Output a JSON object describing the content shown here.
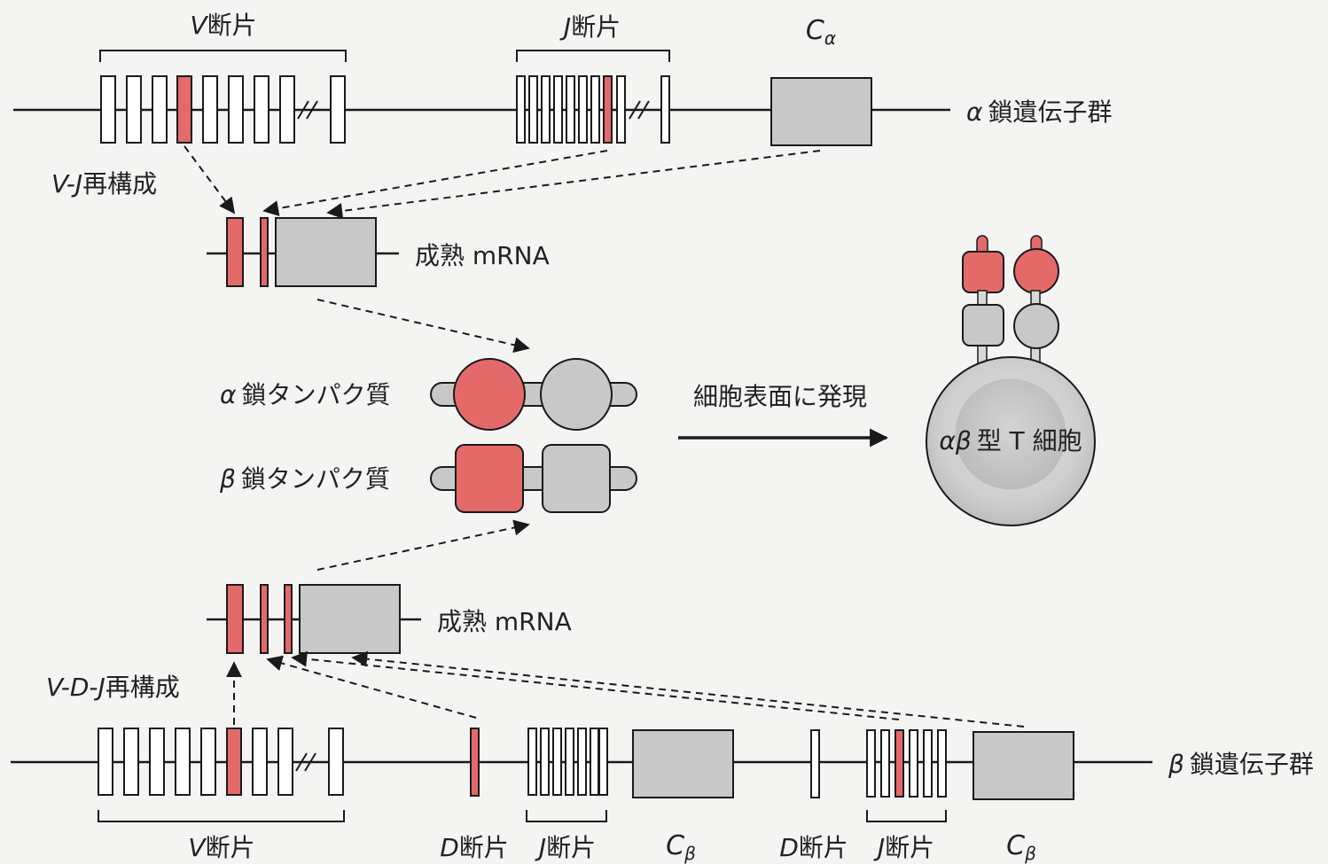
{
  "colors": {
    "background": "#f4f4f2",
    "line": "#1a1a1a",
    "highlight_red": "#e46a6a",
    "constant_gray": "#c8c8c8",
    "segment_white": "#ffffff"
  },
  "alpha_locus": {
    "v_label_letter": "V",
    "v_label_text": "断片",
    "j_label_letter": "J",
    "j_label_text": "断片",
    "c_label_letter": "C",
    "c_label_sub": "α",
    "gene_label_letter": "α",
    "gene_label_text": "鎖遺伝子群",
    "rearrangement_letters": "V-J",
    "rearrangement_text": "再構成",
    "mrna_label": "成熟 mRNA"
  },
  "beta_locus": {
    "rearrangement_letters": "V-D-J",
    "rearrangement_text": "再構成",
    "mrna_label": "成熟 mRNA",
    "gene_label_letter": "β",
    "gene_label_text": "鎖遺伝子群",
    "v_label_letter": "V",
    "v_label_text": "断片",
    "d1_label_letter": "D",
    "d1_label_text": "断片",
    "j1_label_letter": "J",
    "j1_label_text": "断片",
    "c1_label_letter": "C",
    "c1_label_sub": "β",
    "d2_label_letter": "D",
    "d2_label_text": "断片",
    "j2_label_letter": "J",
    "j2_label_text": "断片",
    "c2_label_letter": "C",
    "c2_label_sub": "β"
  },
  "proteins": {
    "alpha_letter": "α",
    "alpha_text": "鎖タンパク質",
    "beta_letter": "β",
    "beta_text": "鎖タンパク質"
  },
  "expression_arrow_label": "細胞表面に発現",
  "t_cell": {
    "letters": "αβ",
    "text": "型 T 細胞"
  }
}
